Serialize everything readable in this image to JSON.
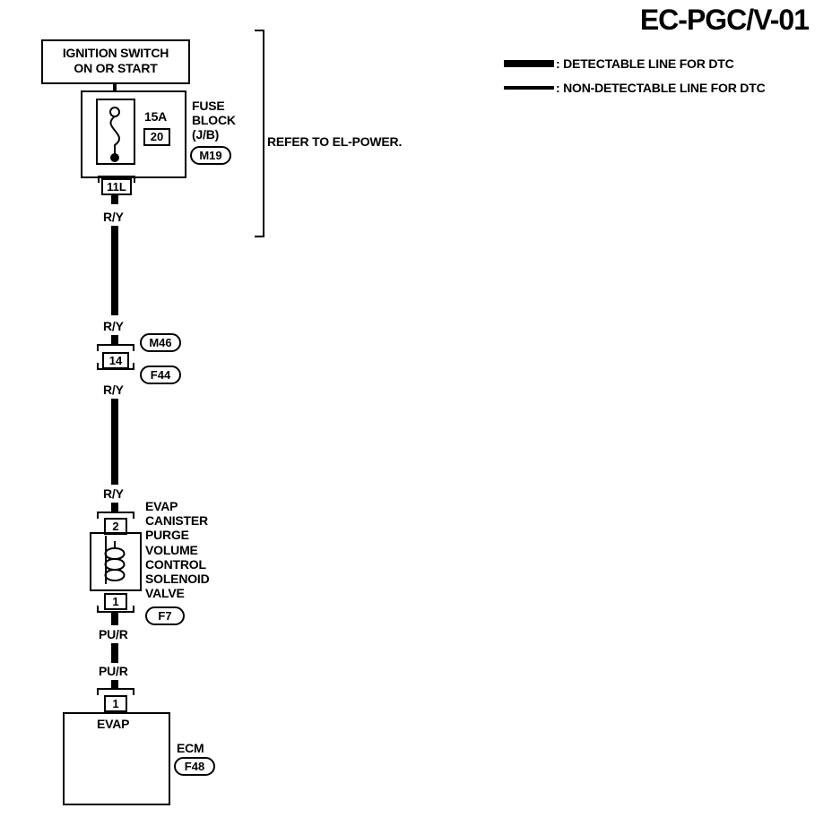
{
  "header": {
    "title": "EC-PGC/V-01"
  },
  "legend": {
    "detectable": ": DETECTABLE LINE FOR DTC",
    "non_detectable": ": NON-DETECTABLE LINE FOR DTC"
  },
  "power": {
    "line1": "IGNITION SWITCH",
    "line2": "ON OR START"
  },
  "fuse_block": {
    "amps": "15A",
    "number": "20",
    "name1": "FUSE",
    "name2": "BLOCK",
    "name3": "(J/B)",
    "connector": "M19",
    "terminal": "11L"
  },
  "bracket_note": "REFER TO EL-POWER.",
  "wires": {
    "w1": "R/Y",
    "w2": "R/Y",
    "w3": "R/Y",
    "w4": "R/Y",
    "w5": "PU/R",
    "w6": "PU/R"
  },
  "joint": {
    "terminal": "14",
    "connector_top": "M46",
    "connector_bottom": "F44"
  },
  "solenoid": {
    "pin_top": "2",
    "pin_bottom": "1",
    "label_lines": [
      "EVAP",
      "CANISTER",
      "PURGE",
      "VOLUME",
      "CONTROL",
      "SOLENOID",
      "VALVE"
    ],
    "connector": "F7"
  },
  "ecm": {
    "pin": "1",
    "terminal_name": "EVAP",
    "name": "ECM",
    "connector": "F48"
  }
}
